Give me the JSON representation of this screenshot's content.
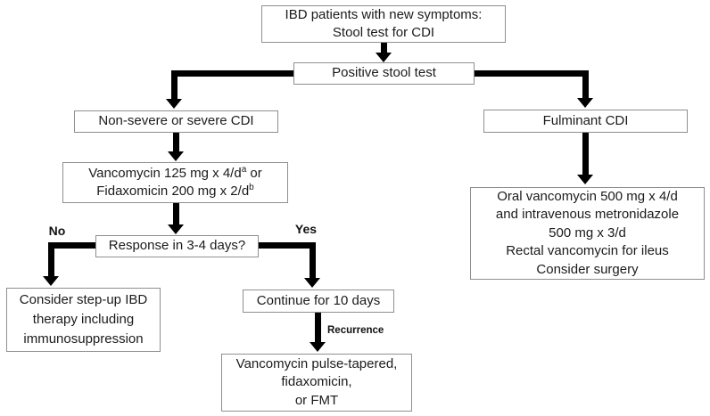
{
  "figure": {
    "background_color": "#ffffff",
    "box_border_color": "#8f8f8f",
    "connector_color": "#000000",
    "text_color": "#1b1b1b"
  },
  "nodes": {
    "ibd": {
      "line1": "IBD patients with new symptoms:",
      "line2": "Stool test for CDI"
    },
    "positive": {
      "label": "Positive stool test"
    },
    "nonsevere": {
      "label": "Non-severe or severe CDI"
    },
    "vanco": {
      "line1_pre": "Vancomycin 125 mg x 4/d",
      "line1_sup": "a",
      "line1_post": " or",
      "line2_pre": "Fidaxomicin 200 mg x 2/d",
      "line2_sup": "b"
    },
    "response": {
      "label": "Response in 3-4 days?"
    },
    "stepup": {
      "line1": "Consider step-up IBD",
      "line2": "therapy including",
      "line3": "immunosuppression"
    },
    "continue": {
      "label": "Continue for 10 days"
    },
    "pulse": {
      "line1": "Vancomycin pulse-tapered,",
      "line2": "fidaxomicin,",
      "line3": "or FMT"
    },
    "fulminant": {
      "label": "Fulminant CDI"
    },
    "oral": {
      "line1": "Oral vancomycin 500 mg x 4/d",
      "line2": "and intravenous metronidazole",
      "line3": "500 mg x 3/d",
      "line4": "Rectal vancomycin for ileus",
      "line5": "Consider surgery"
    }
  },
  "edge_labels": {
    "no": "No",
    "yes": "Yes",
    "recurrence": "Recurrence"
  }
}
